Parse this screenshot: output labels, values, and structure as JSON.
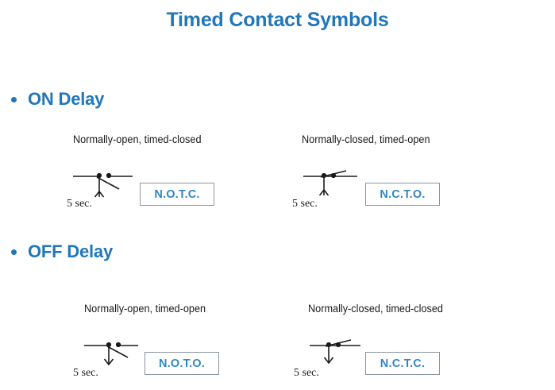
{
  "slide": {
    "title": "Timed Contact Symbols",
    "accent_color": "#1f77bc",
    "abbr_text_color": "#2e87c6",
    "box_border_color": "#8a94a0",
    "background_color": "#ffffff"
  },
  "sections": [
    {
      "heading": "ON Delay",
      "bullet_glyph": "bullet-dot",
      "figures": [
        {
          "caption": "Normally-open, timed-closed",
          "time_label": "5 sec.",
          "abbreviation": "N.O.T.C.",
          "contact_type": "normally-open",
          "delay_type": "on-delay",
          "arrow_direction": "up"
        },
        {
          "caption": "Normally-closed, timed-open",
          "time_label": "5 sec.",
          "abbreviation": "N.C.T.O.",
          "contact_type": "normally-closed",
          "delay_type": "on-delay",
          "arrow_direction": "up"
        }
      ]
    },
    {
      "heading": "OFF Delay",
      "bullet_glyph": "bullet-dot",
      "figures": [
        {
          "caption": "Normally-open, timed-open",
          "time_label": "5 sec.",
          "abbreviation": "N.O.T.O.",
          "contact_type": "normally-open",
          "delay_type": "off-delay",
          "arrow_direction": "down"
        },
        {
          "caption": "Normally-closed, timed-closed",
          "time_label": "5 sec.",
          "abbreviation": "N.C.T.C.",
          "contact_type": "normally-closed",
          "delay_type": "off-delay",
          "arrow_direction": "down"
        }
      ]
    }
  ]
}
